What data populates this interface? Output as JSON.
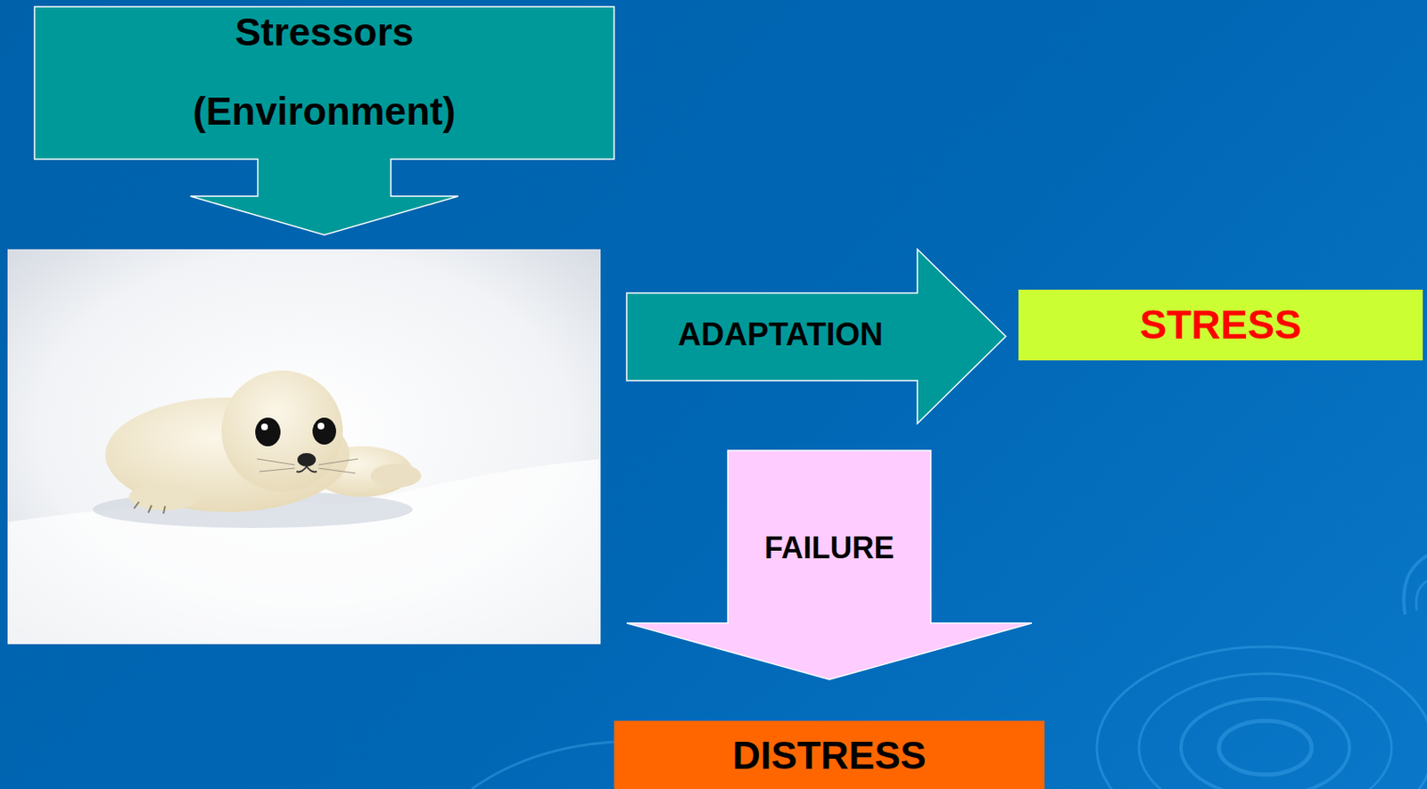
{
  "diagram": {
    "nodes": [
      {
        "text": [
          "Stressors",
          "(Environment)"
        ]
      },
      {
        "text": [
          "ADAPTATION"
        ]
      },
      {
        "text": [
          "STRESS"
        ]
      },
      {
        "text": [
          "FAILURE"
        ]
      },
      {
        "text": [
          "DISTRESS"
        ]
      }
    ]
  }
}
